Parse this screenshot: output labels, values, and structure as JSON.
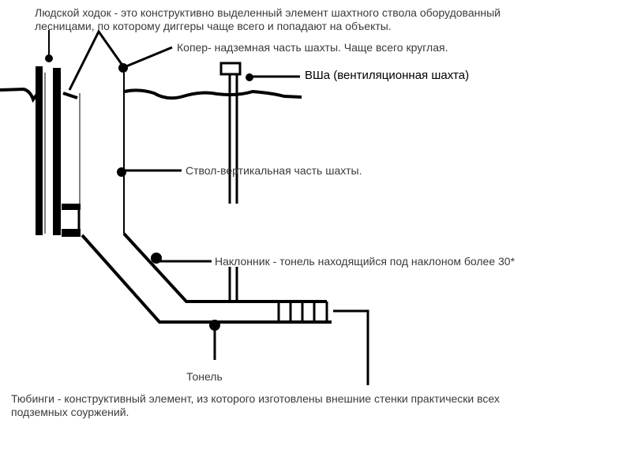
{
  "labels": {
    "ladder_way_line1": "Людской ходок - это конструктивно выделенный элемент шахтного ствола оборудованный",
    "ladder_way_line2": "лесницами, по которому диггеры чаще всего и попадают на объекты.",
    "headframe": "Копер- надземная часть шахты. Чаще всего круглая.",
    "vent_shaft": "ВШа (вентиляционная шахта)",
    "shaft": "Ствол-вертикальная часть шахты.",
    "incline": "Наклонник - тонель находящийся под наклоном более 30*",
    "tunnel": "Тонель",
    "tubing_line1": "Тюбинги - конструктивный элемент, из которого изготовлены внешние стенки практически всех",
    "tubing_line2": "подземных соуржений."
  },
  "colors": {
    "ink": "#000000",
    "text": "#3a3a3a"
  }
}
